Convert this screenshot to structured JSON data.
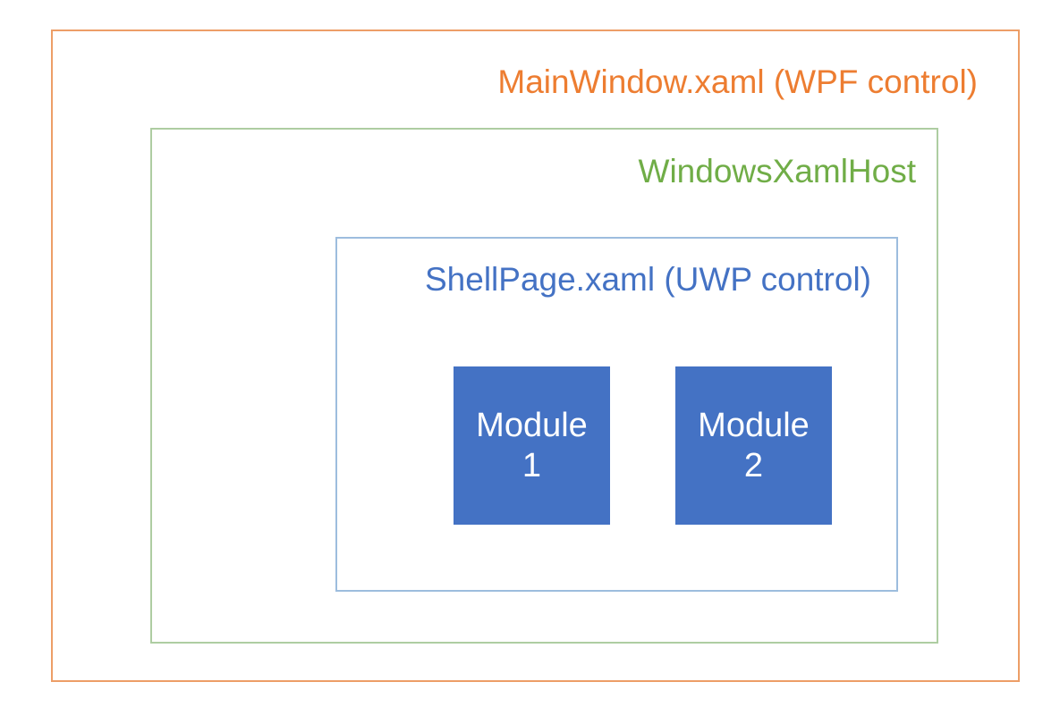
{
  "diagram": {
    "type": "nested-architecture-layers",
    "layers": [
      {
        "name": "main-window-layer",
        "title": "MainWindow.xaml (WPF control)",
        "color": "#ED7D31",
        "border_color": "#ED9E67"
      },
      {
        "name": "windows-xaml-host-layer",
        "title": "WindowsXamlHost",
        "color": "#70AD47",
        "border_color": "#AECDA2"
      },
      {
        "name": "shell-page-layer",
        "title": "ShellPage.xaml (UWP control)",
        "color": "#4472C4",
        "border_color": "#9DBDDE"
      }
    ],
    "modules": [
      {
        "label": "Module",
        "number": "1",
        "fill_color": "#4472C4",
        "text_color": "#FFFFFF"
      },
      {
        "label": "Module",
        "number": "2",
        "fill_color": "#4472C4",
        "text_color": "#FFFFFF"
      }
    ]
  }
}
